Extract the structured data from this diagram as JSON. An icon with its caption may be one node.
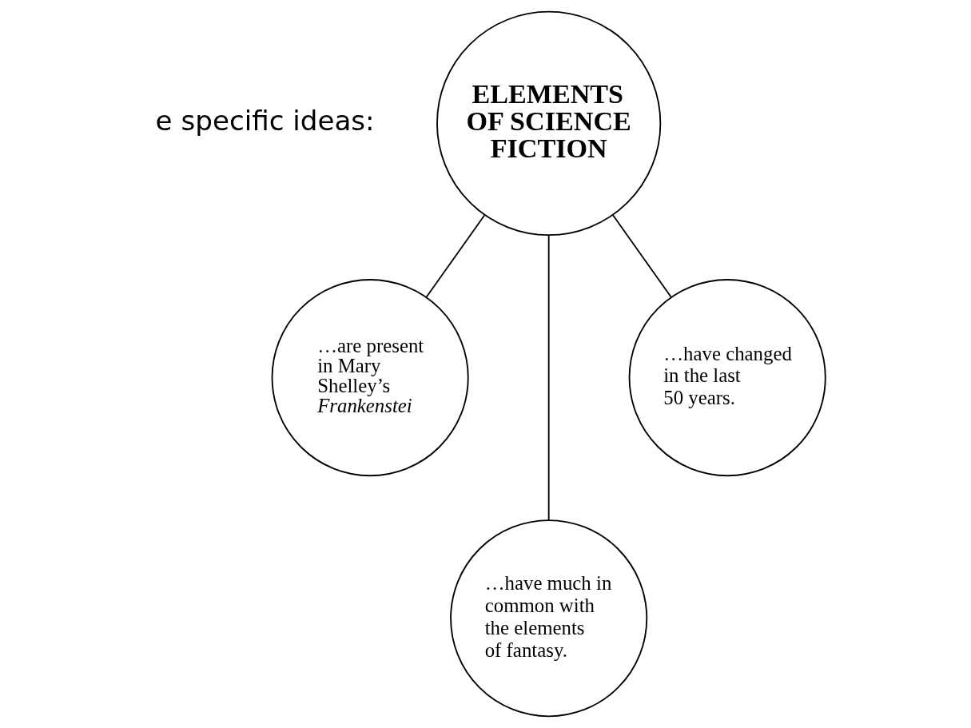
{
  "diagram": {
    "nodes": [
      {
        "text": [
          "ELEMENTS OF SCIENCE FICTION"
        ]
      },
      {
        "text": [
          "…are present in Mary Shelley’s *Frankenstei*"
        ]
      },
      {
        "text": [
          "…have much in common with the elements of fantasy."
        ]
      },
      {
        "text": [
          "…have changed in the last 50 years."
        ]
      }
    ],
    "edges": [
      {
        "from": 0,
        "to": 1,
        "arrow": "none"
      },
      {
        "from": 0,
        "to": 2,
        "arrow": "none"
      },
      {
        "from": 0,
        "to": 3,
        "arrow": "none"
      }
    ],
    "labels": [
      "e specific ideas:"
    ]
  }
}
